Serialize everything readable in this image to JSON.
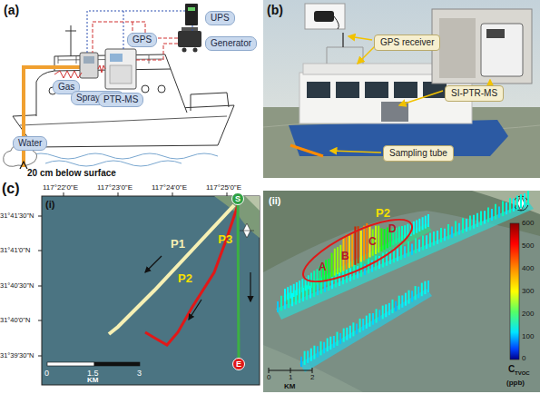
{
  "diagram": {
    "nodes": [
      {
        "text": [
          "GPS"
        ]
      },
      {
        "text": [
          "UPS"
        ]
      },
      {
        "text": [
          "Generator"
        ]
      },
      {
        "text": [
          "Gas"
        ]
      },
      {
        "text": [
          "Spray inlet"
        ]
      },
      {
        "text": [
          "PTR-MS"
        ]
      },
      {
        "text": [
          "Water"
        ]
      },
      {
        "text": [
          "GPS receiver"
        ]
      },
      {
        "text": [
          "SI-PTR-MS"
        ]
      },
      {
        "text": [
          "Sampling tube"
        ]
      },
      {
        "text": [
          "S"
        ]
      },
      {
        "text": [
          "E"
        ]
      }
    ],
    "edges": [
      {
        "from": 10,
        "to": 11,
        "arrow": "none",
        "label": "P3"
      }
    ],
    "labels": [
      "(a)",
      "20 cm below surface",
      "(b)",
      "(c)",
      "117°22'0\"E",
      "117°23'0\"E",
      "117°24'0\"E",
      "117°25'0\"E",
      "(i)",
      "31°41'30\"N",
      "31°41'0\"N",
      "31°40'30\"N",
      "31°40'0\"N",
      "31°39'30\"N",
      "P1",
      "P2",
      "0",
      "1.5",
      "3",
      "KM",
      "(ii)",
      "P2",
      "A",
      "B",
      "C",
      "D",
      "0",
      "1",
      "2",
      "KM",
      "600",
      "500",
      "400",
      "300",
      "200",
      "100",
      "0",
      "C",
      "TVOC",
      "(ppb)"
    ]
  }
}
